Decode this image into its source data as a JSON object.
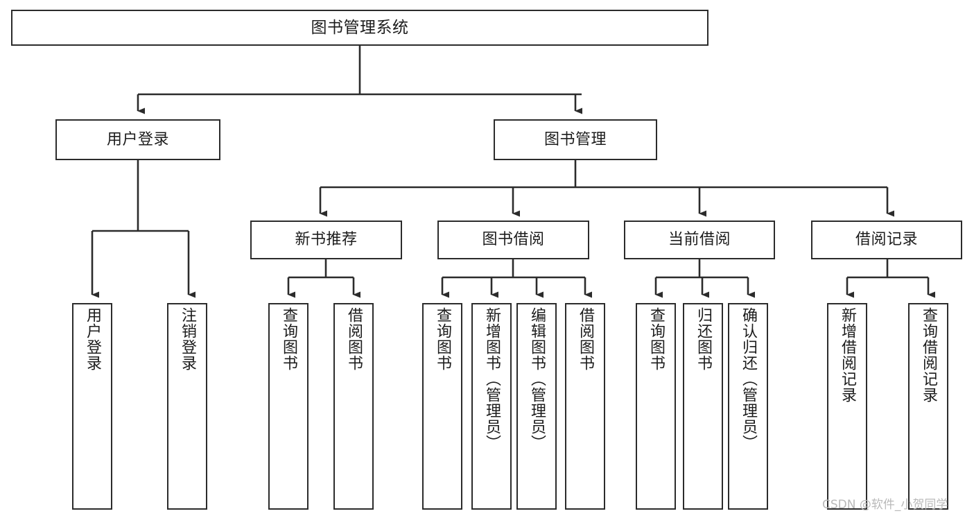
{
  "diagram": {
    "title": "图书管理系统",
    "type": "function-structure-tree",
    "root": {
      "id": "root",
      "label": "图书管理系统"
    },
    "level2": [
      {
        "id": "user-login",
        "label": "用户登录"
      },
      {
        "id": "book-manage",
        "label": "图书管理"
      }
    ],
    "level3": [
      {
        "id": "new-book-recommend",
        "label": "新书推荐"
      },
      {
        "id": "book-borrow",
        "label": "图书借阅"
      },
      {
        "id": "current-borrow",
        "label": "当前借阅"
      },
      {
        "id": "borrow-record",
        "label": "借阅记录"
      }
    ],
    "leaves": {
      "user_login": [
        {
          "id": "leaf-user-login",
          "label": "用户登录"
        },
        {
          "id": "leaf-user-logout",
          "label": "注销登录"
        }
      ],
      "new_book_recommend": [
        {
          "id": "leaf-query-book-1",
          "label": "查询图书"
        },
        {
          "id": "leaf-borrow-book-1",
          "label": "借阅图书"
        }
      ],
      "book_borrow": [
        {
          "id": "leaf-query-book-2",
          "label": "查询图书"
        },
        {
          "id": "leaf-add-book",
          "label": "新增图书（管理员）"
        },
        {
          "id": "leaf-edit-book",
          "label": "编辑图书（管理员）"
        },
        {
          "id": "leaf-borrow-book-2",
          "label": "借阅图书"
        }
      ],
      "current_borrow": [
        {
          "id": "leaf-query-book-3",
          "label": "查询图书"
        },
        {
          "id": "leaf-return-book",
          "label": "归还图书"
        },
        {
          "id": "leaf-confirm-return",
          "label": "确认归还（管理员）"
        }
      ],
      "borrow_record": [
        {
          "id": "leaf-add-record",
          "label": "新增借阅记录"
        },
        {
          "id": "leaf-query-record",
          "label": "查询借阅记录"
        }
      ]
    }
  },
  "watermark": {
    "text": "CSDN @软件_小贺同学"
  },
  "colors": {
    "stroke": "#2b2b2b",
    "fill": "#ffffff",
    "text": "#1c1c1c",
    "watermark": "#b9b9b9"
  }
}
